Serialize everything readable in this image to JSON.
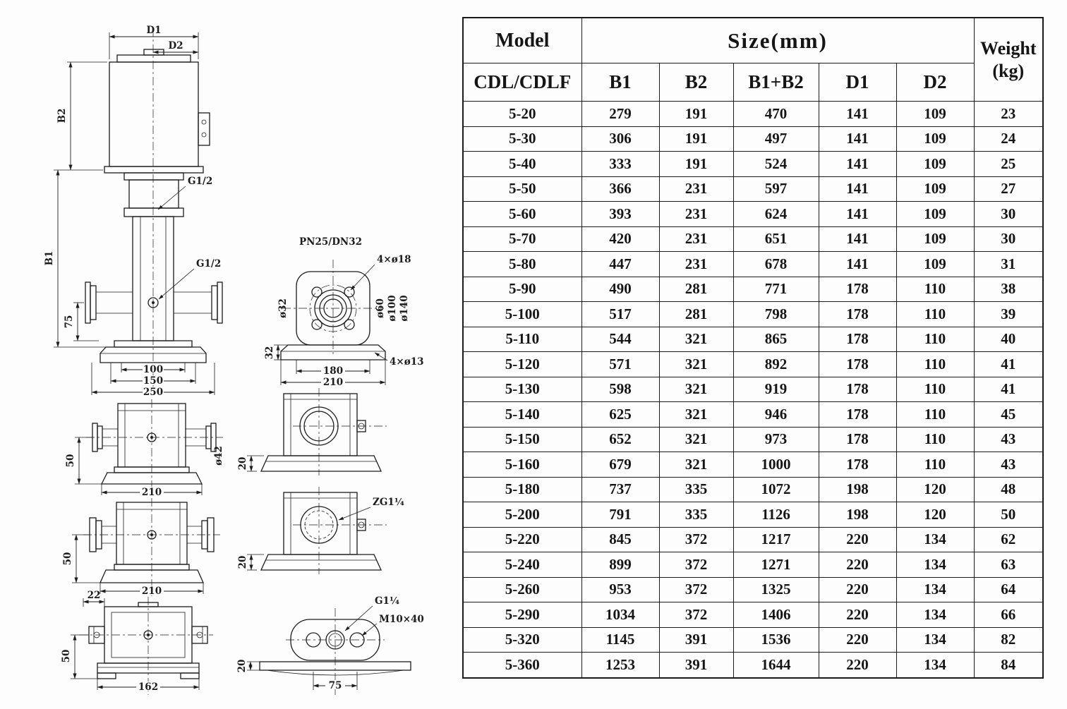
{
  "table": {
    "header": {
      "model": "Model",
      "size": "Size(mm)",
      "weight_line1": "Weight",
      "weight_line2": "(kg)",
      "model_sub": "CDL/CDLF",
      "columns": [
        "B1",
        "B2",
        "B1+B2",
        "D1",
        "D2"
      ]
    },
    "rows": [
      {
        "model": "5-20",
        "b1": "279",
        "b2": "191",
        "b1b2": "470",
        "d1": "141",
        "d2": "109",
        "weight": "23"
      },
      {
        "model": "5-30",
        "b1": "306",
        "b2": "191",
        "b1b2": "497",
        "d1": "141",
        "d2": "109",
        "weight": "24"
      },
      {
        "model": "5-40",
        "b1": "333",
        "b2": "191",
        "b1b2": "524",
        "d1": "141",
        "d2": "109",
        "weight": "25"
      },
      {
        "model": "5-50",
        "b1": "366",
        "b2": "231",
        "b1b2": "597",
        "d1": "141",
        "d2": "109",
        "weight": "27"
      },
      {
        "model": "5-60",
        "b1": "393",
        "b2": "231",
        "b1b2": "624",
        "d1": "141",
        "d2": "109",
        "weight": "30"
      },
      {
        "model": "5-70",
        "b1": "420",
        "b2": "231",
        "b1b2": "651",
        "d1": "141",
        "d2": "109",
        "weight": "30"
      },
      {
        "model": "5-80",
        "b1": "447",
        "b2": "231",
        "b1b2": "678",
        "d1": "141",
        "d2": "109",
        "weight": "31"
      },
      {
        "model": "5-90",
        "b1": "490",
        "b2": "281",
        "b1b2": "771",
        "d1": "178",
        "d2": "110",
        "weight": "38"
      },
      {
        "model": "5-100",
        "b1": "517",
        "b2": "281",
        "b1b2": "798",
        "d1": "178",
        "d2": "110",
        "weight": "39"
      },
      {
        "model": "5-110",
        "b1": "544",
        "b2": "321",
        "b1b2": "865",
        "d1": "178",
        "d2": "110",
        "weight": "40"
      },
      {
        "model": "5-120",
        "b1": "571",
        "b2": "321",
        "b1b2": "892",
        "d1": "178",
        "d2": "110",
        "weight": "41"
      },
      {
        "model": "5-130",
        "b1": "598",
        "b2": "321",
        "b1b2": "919",
        "d1": "178",
        "d2": "110",
        "weight": "41"
      },
      {
        "model": "5-140",
        "b1": "625",
        "b2": "321",
        "b1b2": "946",
        "d1": "178",
        "d2": "110",
        "weight": "45"
      },
      {
        "model": "5-150",
        "b1": "652",
        "b2": "321",
        "b1b2": "973",
        "d1": "178",
        "d2": "110",
        "weight": "43"
      },
      {
        "model": "5-160",
        "b1": "679",
        "b2": "321",
        "b1b2": "1000",
        "d1": "178",
        "d2": "110",
        "weight": "43"
      },
      {
        "model": "5-180",
        "b1": "737",
        "b2": "335",
        "b1b2": "1072",
        "d1": "198",
        "d2": "120",
        "weight": "48"
      },
      {
        "model": "5-200",
        "b1": "791",
        "b2": "335",
        "b1b2": "1126",
        "d1": "198",
        "d2": "120",
        "weight": "50"
      },
      {
        "model": "5-220",
        "b1": "845",
        "b2": "372",
        "b1b2": "1217",
        "d1": "220",
        "d2": "134",
        "weight": "62"
      },
      {
        "model": "5-240",
        "b1": "899",
        "b2": "372",
        "b1b2": "1271",
        "d1": "220",
        "d2": "134",
        "weight": "63"
      },
      {
        "model": "5-260",
        "b1": "953",
        "b2": "372",
        "b1b2": "1325",
        "d1": "220",
        "d2": "134",
        "weight": "64"
      },
      {
        "model": "5-290",
        "b1": "1034",
        "b2": "372",
        "b1b2": "1406",
        "d1": "220",
        "d2": "134",
        "weight": "66"
      },
      {
        "model": "5-320",
        "b1": "1145",
        "b2": "391",
        "b1b2": "1536",
        "d1": "220",
        "d2": "134",
        "weight": "82"
      },
      {
        "model": "5-360",
        "b1": "1253",
        "b2": "391",
        "b1b2": "1644",
        "d1": "220",
        "d2": "134",
        "weight": "84"
      }
    ]
  },
  "drawing": {
    "front_view": {
      "d1": "D1",
      "d2": "D2",
      "b1": "B1",
      "b2": "B2",
      "g12_upper": "G1/2",
      "g12_lower": "G1/2",
      "dim_75": "75",
      "dim_100": "100",
      "dim_150": "150",
      "dim_250": "250"
    },
    "flange_view": {
      "title": "PN25/DN32",
      "bolt_holes": "4×ø18",
      "dia_32": "ø32",
      "dia_60": "ø60",
      "dia_100": "ø100",
      "dia_140": "ø140",
      "dim_32": "32",
      "dim_180": "180",
      "dim_210": "210",
      "base_holes": "4×ø13"
    },
    "mid_section_view": {
      "dim_50": "50",
      "dim_210": "210",
      "dia_42": "ø42"
    },
    "mid_port_view": {
      "dim_20": "20"
    },
    "lower_section_view": {
      "dim_50": "50",
      "dim_210": "210"
    },
    "lower_port_view": {
      "thread": "ZG1¼",
      "dim_20": "20"
    },
    "bottom_section_view": {
      "dim_22": "22",
      "dim_50": "50",
      "dim_162": "162"
    },
    "bottom_port_view": {
      "thread": "G1¼",
      "bolt_spec": "M10×40",
      "dim_20": "20",
      "dim_75": "75"
    }
  }
}
